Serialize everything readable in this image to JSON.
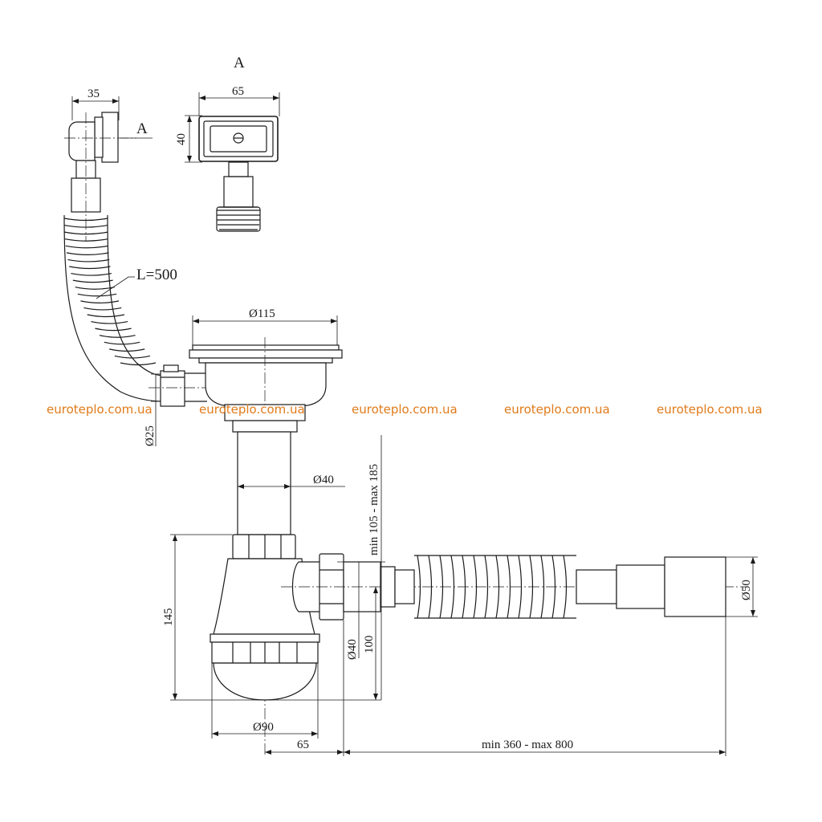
{
  "view_label_A": "A",
  "section_marker_A": "A",
  "dims": {
    "d35": "35",
    "d65_top": "65",
    "d40_left": "40",
    "hose_length": "L=500",
    "d115": "Ø115",
    "d25": "Ø25",
    "d40_pipe": "Ø40",
    "height_range": "min 105 - max 185",
    "d145": "145",
    "d40_outlet": "Ø40",
    "d100": "100",
    "d50": "Ø50",
    "d90": "Ø90",
    "d65_bottom": "65",
    "length_range": "min 360 - max 800"
  },
  "watermark": {
    "text": "euroteplo.com.ua",
    "color": "#e07b1a"
  }
}
